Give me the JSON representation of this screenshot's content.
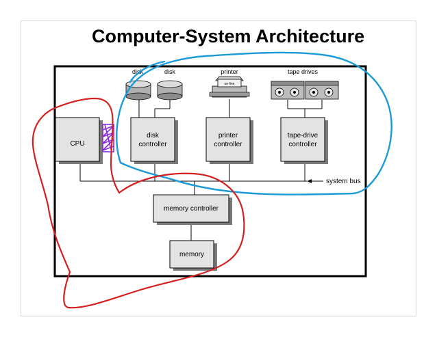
{
  "slide": {
    "title": "Computer-System Architecture"
  },
  "diagram": {
    "devices": {
      "disk_1": "disk",
      "disk_2": "disk",
      "printer": "printer",
      "printer_screen": "on-line",
      "tape_drives": "tape drives"
    },
    "components": {
      "cpu": "CPU",
      "disk_controller_line1": "disk",
      "disk_controller_line2": "controller",
      "printer_controller_line1": "printer",
      "printer_controller_line2": "controller",
      "tape_controller_line1": "tape-drive",
      "tape_controller_line2": "controller",
      "memory_controller": "memory controller",
      "memory": "memory"
    },
    "bus_label": "system bus"
  },
  "annotations": {
    "red_pen_color": "#d42020",
    "blue_pen_color": "#1a9ad6",
    "purple_pen_color": "#8a2be2"
  }
}
